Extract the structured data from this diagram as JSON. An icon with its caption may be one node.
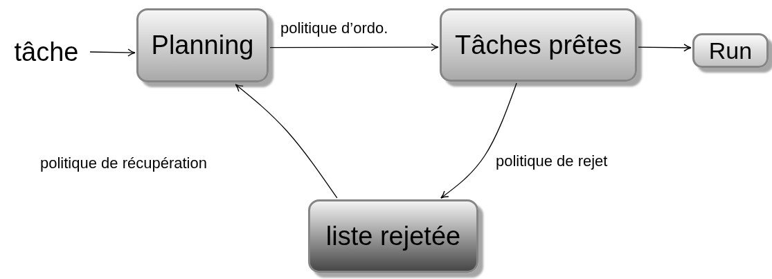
{
  "diagram": {
    "nodes": [
      {
        "text": [
          "tâche"
        ]
      },
      {
        "text": [
          "Planning"
        ]
      },
      {
        "text": [
          "Tâches prêtes"
        ]
      },
      {
        "text": [
          "Run"
        ]
      },
      {
        "text": [
          "liste rejetée"
        ]
      }
    ],
    "edges": [
      {
        "from": 0,
        "to": 1,
        "arrow": "to"
      },
      {
        "from": 1,
        "to": 2,
        "arrow": "to",
        "label": "politique d’ordo."
      },
      {
        "from": 2,
        "to": 3,
        "arrow": "to"
      },
      {
        "from": 2,
        "to": 4,
        "arrow": "to",
        "label": "politique de rejet"
      },
      {
        "from": 4,
        "to": 1,
        "arrow": "to",
        "label": "politique de récupération"
      }
    ]
  }
}
